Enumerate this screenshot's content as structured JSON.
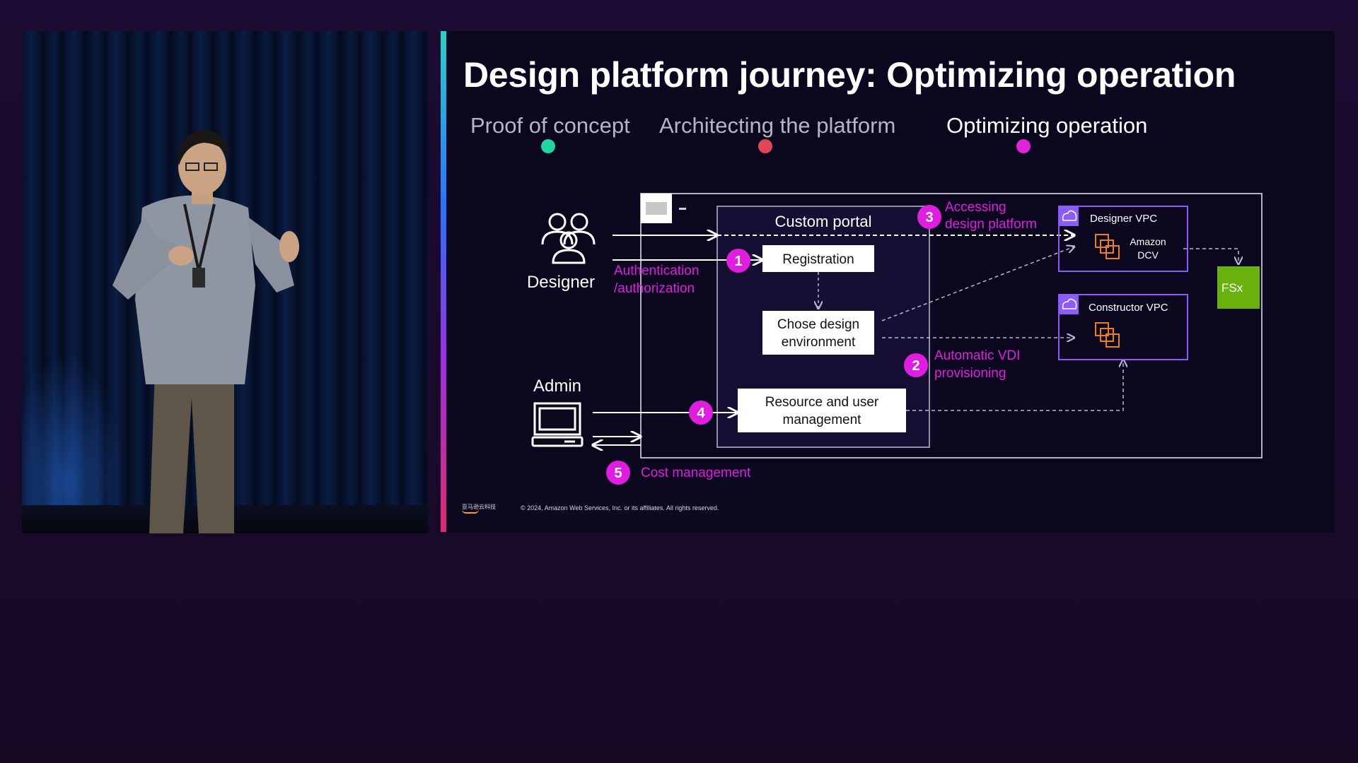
{
  "slide": {
    "title": "Design platform journey: Optimizing operation",
    "phases": [
      {
        "label": "Proof of concept",
        "color": "#b7b3c4",
        "dot": "#20d6a0"
      },
      {
        "label": "Architecting the platform",
        "color": "#b7b3c4",
        "dot": "#e2455a"
      },
      {
        "label": "Optimizing operation",
        "color": "#ffffff",
        "dot": "#e025d8"
      }
    ],
    "actors": {
      "designer": "Designer",
      "admin": "Admin"
    },
    "portal": {
      "title": "Custom portal",
      "registration": "Registration",
      "chose_design_line1": "Chose design",
      "chose_design_line2": "environment",
      "resource_line1": "Resource and user",
      "resource_line2": "management"
    },
    "steps": {
      "s1": "1",
      "s2": "2",
      "s3": "3",
      "s4": "4",
      "s5": "5",
      "auth_line1": "Authentication",
      "auth_line2": "/authorization",
      "vdi_line1": "Automatic VDI",
      "vdi_line2": "provisioning",
      "access_line1": "Accessing",
      "access_line2": "design platform",
      "cost": "Cost management"
    },
    "vpcs": {
      "designer_vpc": "Designer VPC",
      "constructor_vpc": "Constructor VPC",
      "dcv_line1": "Amazon",
      "dcv_line2": "DCV",
      "fsx": "FSx"
    },
    "footer": {
      "logo_text": "亚马逊云科技",
      "copyright": "© 2024, Amazon Web Services, Inc. or its affiliates. All rights reserved."
    },
    "colors": {
      "accent_magenta": "#e01ee0",
      "vpc_purple": "#8b5cf6",
      "fsx_green": "#6ab00f",
      "ec2_orange": "#f07d1b"
    }
  },
  "icons": [
    "users-icon",
    "laptop-icon",
    "cloud-lock-icon",
    "ec2-instances-icon",
    "fsx-icon",
    "aws-logo-icon"
  ]
}
